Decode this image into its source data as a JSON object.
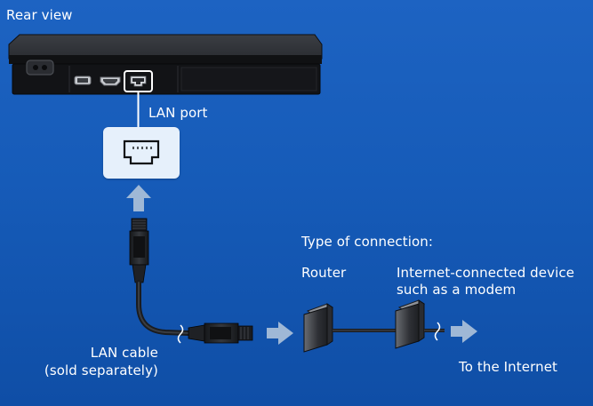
{
  "title": "Rear view",
  "labels": {
    "lan_port": "LAN port",
    "lan_cable_line1": "LAN cable",
    "lan_cable_line2": "(sold separately)",
    "connection_type": "Type of connection:",
    "router": "Router",
    "device_line1": "Internet-connected device",
    "device_line2": "such as a modem",
    "to_internet": "To the Internet"
  },
  "colors": {
    "background": "#165bb8",
    "console_body": "#1a1c20",
    "port_highlight": "#ffffff",
    "arrow": "#9fb8d6"
  },
  "icons": [
    "console-rear-panel",
    "ac-power-port-icon",
    "usb-port-icon",
    "hdmi-port-icon",
    "lan-port-icon",
    "lan-connector-plug-icon",
    "router-icon",
    "modem-icon",
    "arrow-icon"
  ]
}
